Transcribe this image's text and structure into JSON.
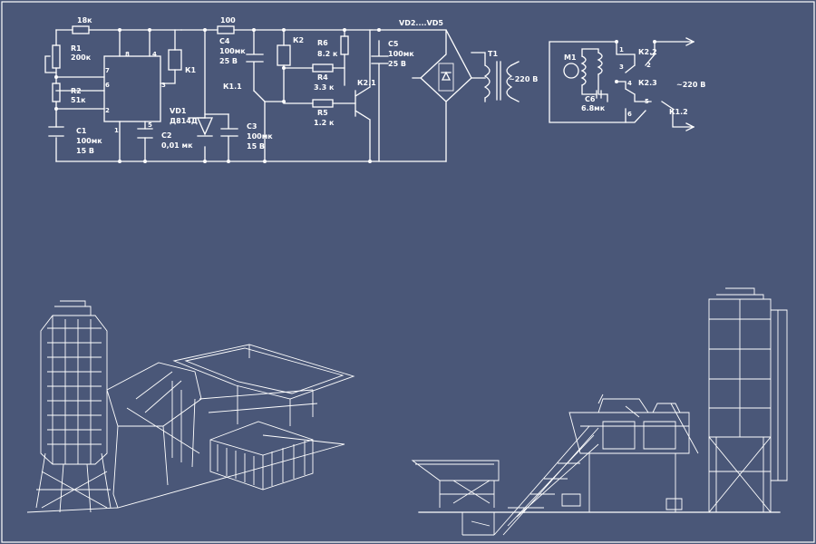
{
  "circuit_main": {
    "labels": {
      "r_top": "18к",
      "r1": "R1",
      "r1_val": "200к",
      "r2": "R2",
      "r2_val": "51к",
      "c1": "C1",
      "c1_val": "100мк",
      "c1_v": "15 В",
      "pin8": "8",
      "pin4": "4",
      "pin7": "7",
      "pin6": "6",
      "pin3": "3",
      "pin2": "2",
      "pin1": "1",
      "pin5": "5",
      "k1": "К1",
      "vd1": "VD1",
      "vd1_val": "Д814Д",
      "c2": "C2",
      "c2_val": "0,01 мк",
      "r100": "100",
      "c4": "C4",
      "c4_val": "100мк",
      "c4_v": "25 В",
      "k11": "К1.1",
      "c3": "C3",
      "c3_val": "100мк",
      "c3_v": "15 В",
      "k2": "К2",
      "r6": "R6",
      "r6_val": "8.2 к",
      "r4": "R4",
      "r4_val": "3.3 к",
      "r5": "R5",
      "r5_val": "1.2 к",
      "k21": "К2.1",
      "c5": "C5",
      "c5_val": "100мк",
      "c5_v": "25 В",
      "vd_bridge": "VD2....VD5",
      "t1": "T1",
      "mains": "~220 В"
    }
  },
  "circuit_motor": {
    "labels": {
      "m1": "M1",
      "c6": "C6",
      "c6_val": "6.8мк",
      "n1": "1",
      "n2": "2",
      "n3": "3",
      "n4": "4",
      "n5": "5",
      "n6": "6",
      "k22": "К2.2",
      "k23": "К2.3",
      "k12": "К1.2",
      "mains": "~220 В"
    }
  }
}
